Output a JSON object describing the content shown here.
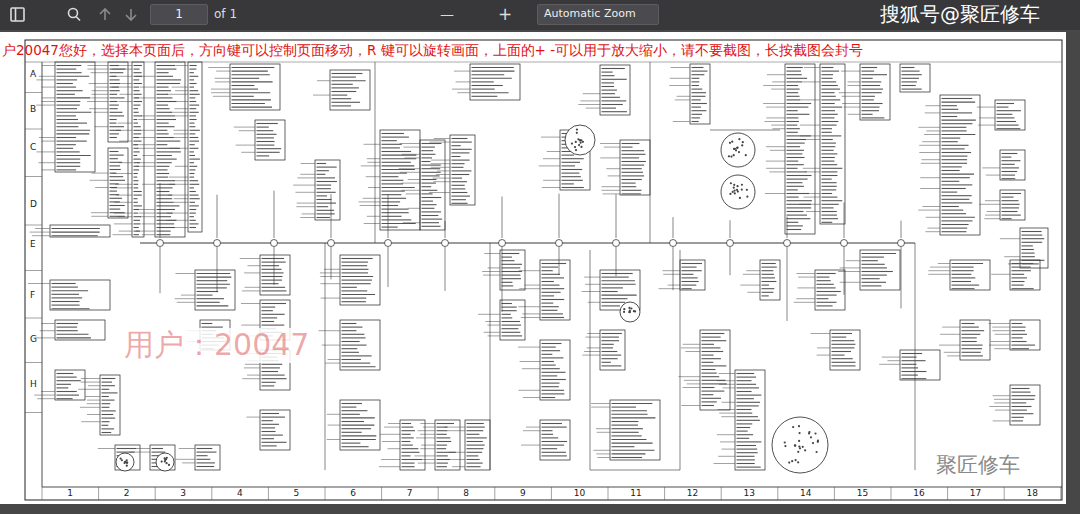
{
  "diagram": {
    "nodes": [
      {
        "text": [
          "1"
        ]
      },
      {
        "text": [
          "Automatic Zoom"
        ]
      }
    ],
    "labels": [
      "of 1",
      "—",
      "+",
      "搜狐号@聚匠修车",
      "户20047您好，选择本页面后，方向键可以控制页面移动，R 键可以旋转画面，上面的+ -可以用于放大缩小，请不要截图，长按截图会封号",
      "A",
      "B",
      "C",
      "D",
      "E",
      "F",
      "G",
      "H",
      "1",
      "2",
      "3",
      "4",
      "5",
      "6",
      "7",
      "8",
      "9",
      "10",
      "11",
      "12",
      "13",
      "14",
      "15",
      "16",
      "17",
      "18",
      "用户：20047",
      "聚匠修车"
    ]
  }
}
